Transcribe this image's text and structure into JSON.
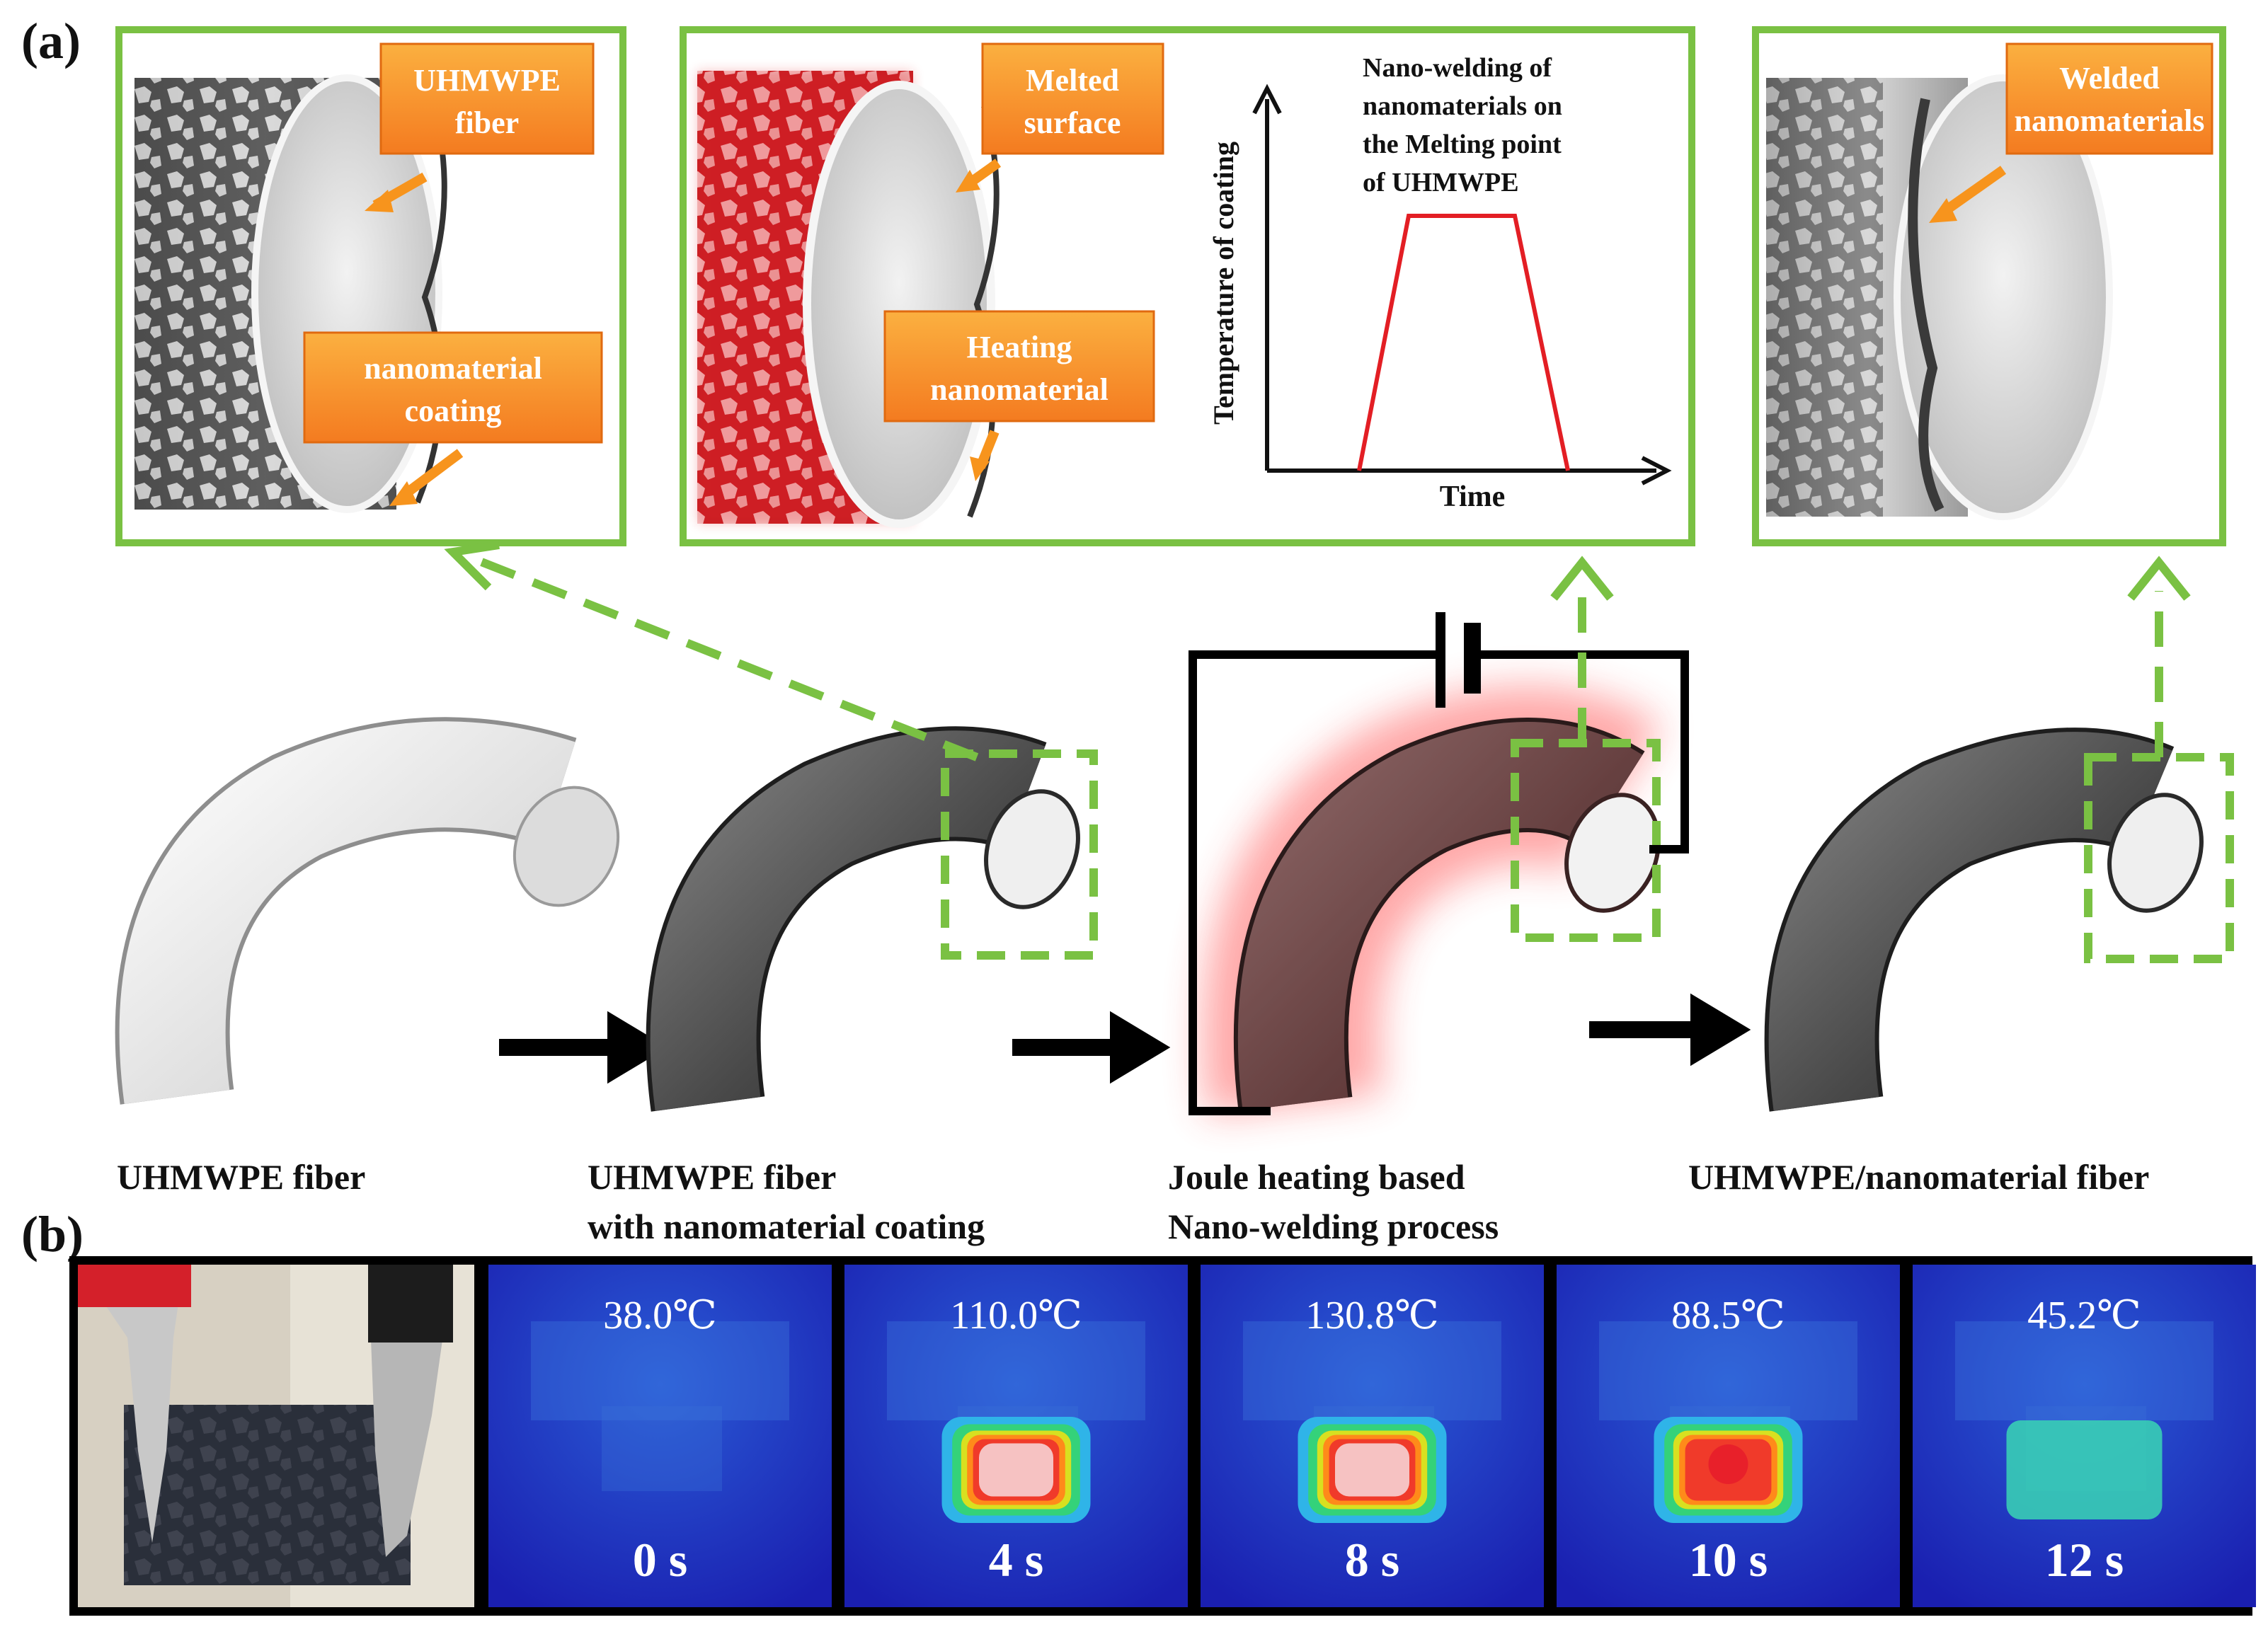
{
  "panel_a": {
    "label": "(a)",
    "steps": [
      {
        "line1": "UHMWPE fiber",
        "line2": ""
      },
      {
        "line1": "UHMWPE fiber",
        "line2": "with nanomaterial coating"
      },
      {
        "line1": "Joule heating based",
        "line2": "Nano-welding process"
      },
      {
        "line1": "UHMWPE/nanomaterial fiber",
        "line2": ""
      }
    ],
    "zoom1": {
      "callout_fiber": [
        "UHMWPE",
        "fiber"
      ],
      "callout_coating": [
        "nanomaterial",
        "coating"
      ]
    },
    "zoom2": {
      "callout_surface": [
        "Melted",
        "surface"
      ],
      "callout_heating": [
        "Heating",
        "nanomaterial"
      ],
      "plot_title": [
        "Nano-welding  of",
        "nanomaterials on",
        "the Melting point",
        "of UHMWPE"
      ],
      "ylabel": "Temperature of coating",
      "xlabel": "Time"
    },
    "zoom3": {
      "callout_welded": [
        "Welded",
        "nanomaterials"
      ]
    },
    "colors": {
      "frame_green": "#7ac143",
      "callout_orange": "#f7941d",
      "heat_red": "#e31e24"
    }
  },
  "panel_b": {
    "label": "(b)",
    "frames": [
      {
        "temp": "38.0℃",
        "time": "0 s",
        "level": 0.0
      },
      {
        "temp": "110.0℃",
        "time": "4 s",
        "level": 0.78
      },
      {
        "temp": "130.8℃",
        "time": "8 s",
        "level": 1.0
      },
      {
        "temp": "88.5℃",
        "time": "10 s",
        "level": 0.55
      },
      {
        "temp": "45.2℃",
        "time": "12 s",
        "level": 0.1
      }
    ]
  }
}
